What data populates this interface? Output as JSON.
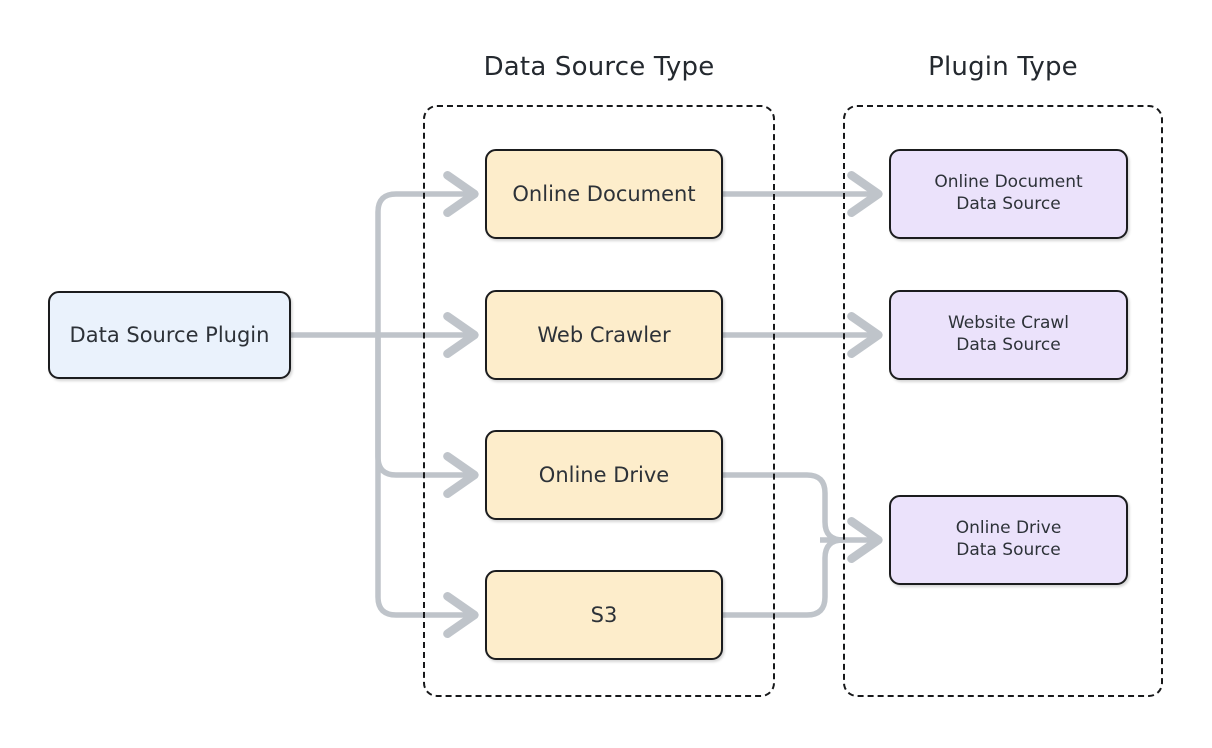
{
  "diagram": {
    "title_bar": {
      "data_source_type": "Data Source Type",
      "plugin_type": "Plugin Type"
    },
    "root": {
      "label": "Data Source Plugin",
      "fill": "#eaf2fc",
      "stroke": "#1b1c1e"
    },
    "data_source_types": [
      {
        "label": "Online Document",
        "fill": "#fdedcb"
      },
      {
        "label": "Web Crawler",
        "fill": "#fdedcb"
      },
      {
        "label": "Online Drive",
        "fill": "#fdedcb"
      },
      {
        "label": "S3",
        "fill": "#fdedcb"
      }
    ],
    "plugin_types": [
      {
        "label": "Online Document\nData Source",
        "fill": "#ebe2fb"
      },
      {
        "label": "Website Crawl\nData Source",
        "fill": "#ebe2fb"
      },
      {
        "label": "Online Drive\nData Source",
        "fill": "#ebe2fb"
      }
    ],
    "connectors": {
      "color": "#bfc4ca",
      "arrowheads": 7,
      "description": "Data Source Plugin fans out to four data source types; Online Document and Web Crawler each map to one plugin type, while Online Drive and S3 merge into the Online Drive Data Source plugin type."
    },
    "colors": {
      "background": "#ffffff",
      "text": "#2d3238",
      "title_text": "#24292f",
      "node_border": "#1b1c1e",
      "group_border": "#17181a",
      "wire": "#bfc4ca"
    }
  }
}
